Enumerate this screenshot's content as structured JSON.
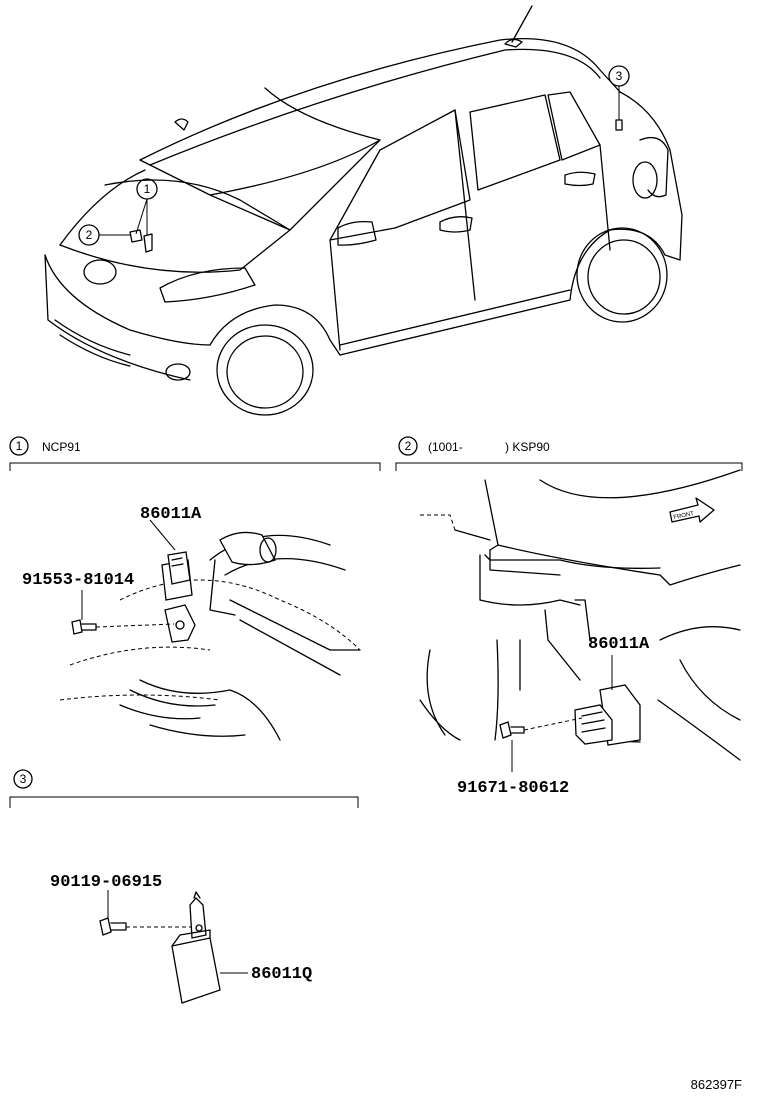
{
  "callouts": {
    "c1": "1",
    "c2": "2",
    "c3": "3"
  },
  "sections": {
    "s1": {
      "num": "1",
      "title": "NCP91"
    },
    "s2": {
      "num": "2",
      "date": "(1001-",
      "title": ") KSP90"
    },
    "s3": {
      "num": "3"
    }
  },
  "parts": {
    "p1_sensor": "86011A",
    "p1_bolt": "91553-81014",
    "p2_sensor": "86011A",
    "p2_bolt": "91671-80612",
    "p3_bolt": "90119-06915",
    "p3_sensor": "86011Q"
  },
  "front_arrow": "FRONT",
  "diagram_ref": "862397F"
}
